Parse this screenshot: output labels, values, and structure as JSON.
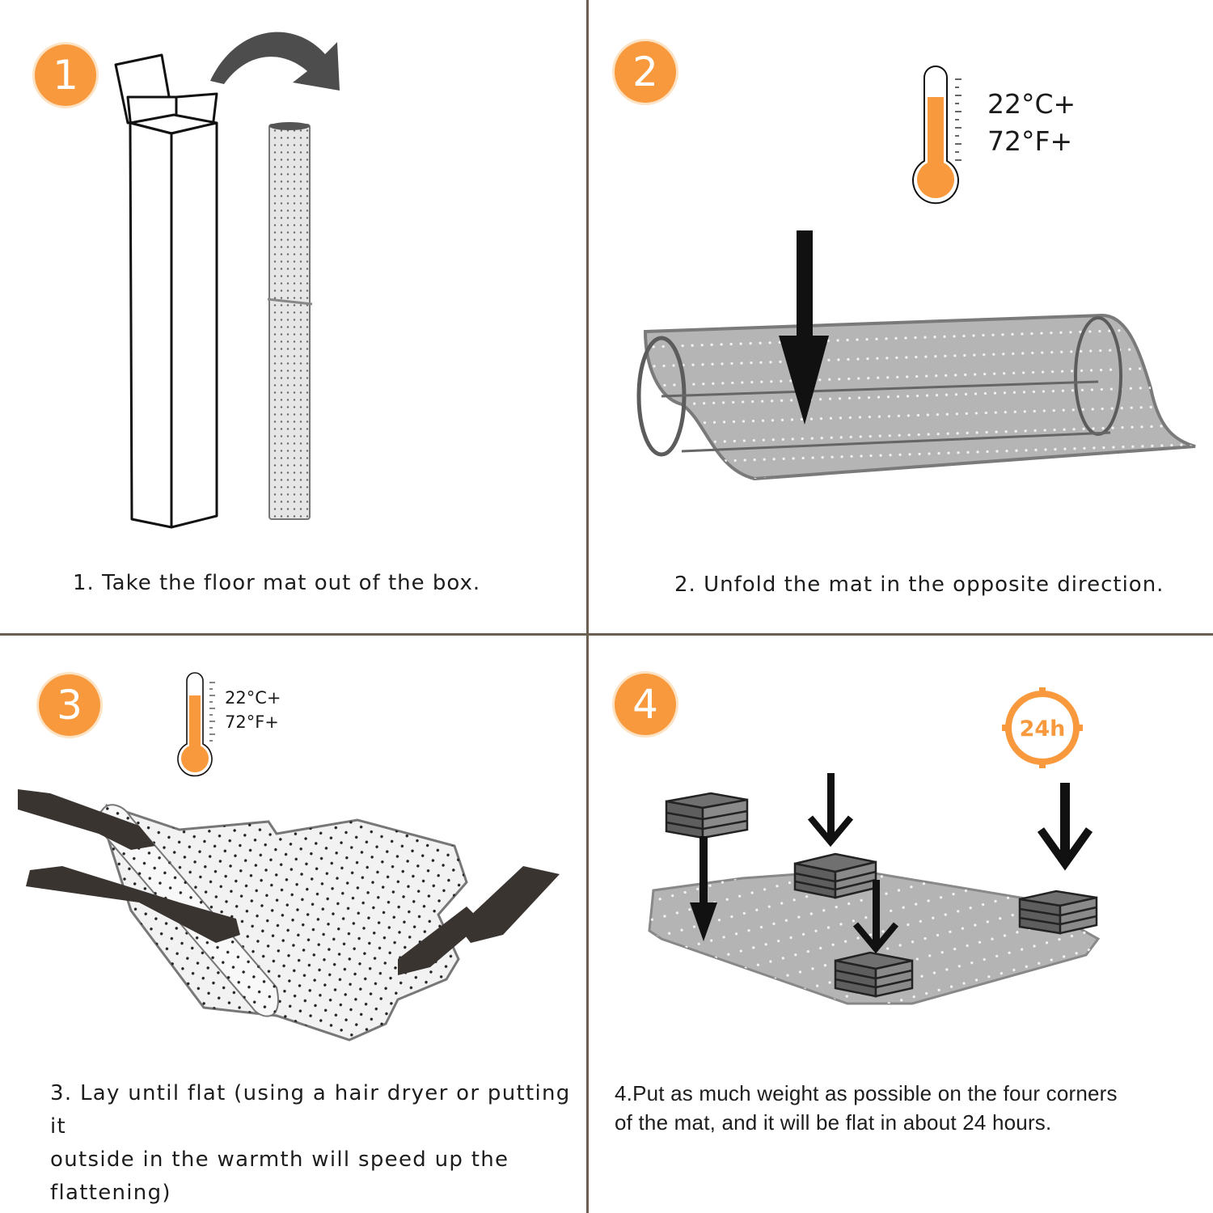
{
  "steps": [
    {
      "number": "1",
      "caption": "1. Take the floor mat out of the box."
    },
    {
      "number": "2",
      "caption": "2. Unfold the mat in the opposite direction.",
      "temperature": {
        "celsius": "22°C+",
        "fahrenheit": "72°F+"
      }
    },
    {
      "number": "3",
      "caption_line1": "3. Lay until flat (using a hair dryer or putting it",
      "caption_line2": "outside in the warmth will speed up the flattening)",
      "temperature": {
        "celsius": "22°C+",
        "fahrenheit": "72°F+"
      }
    },
    {
      "number": "4",
      "caption_line1": "4.Put as much weight as possible on the four corners",
      "caption_line2": "of the mat, and it will be flat in about 24 hours.",
      "timer": "24h"
    }
  ],
  "colors": {
    "accent": "#f7993c",
    "divider": "#6b5f52",
    "ink": "#1a1a1a"
  }
}
